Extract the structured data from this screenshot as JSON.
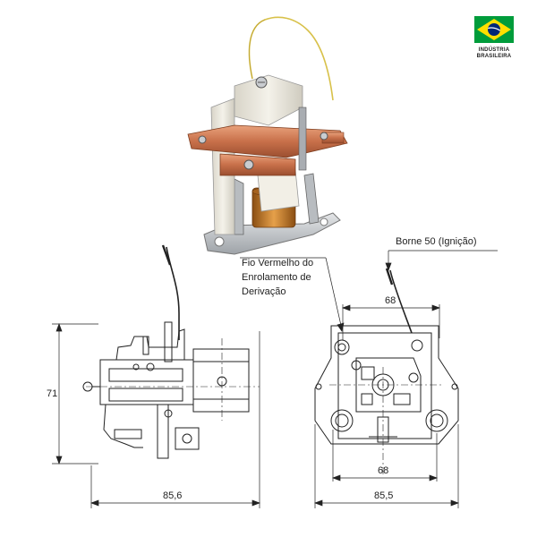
{
  "badge": {
    "line1": "INDÚSTRIA",
    "line2": "BRASILEIRA"
  },
  "callouts": {
    "borne": "Borne 50 (Ignição)",
    "fio_line1": "Fio Vermelho do",
    "fio_line2": "Enrolamento de",
    "fio_line3": "Derivação"
  },
  "dimensions": {
    "side_height": "71",
    "side_width": "85,6",
    "front_top_width": "68",
    "front_bottom_width_inner": "68",
    "front_bottom_width_outer": "85,5"
  },
  "colors": {
    "flag_green": "#009c3b",
    "flag_yellow": "#ffdf00",
    "flag_blue": "#002776",
    "copper": "#c8704a",
    "insulator": "#ece9df",
    "wire_yellow": "#d8c14a",
    "coil": "#c9822a"
  },
  "icons": {
    "flag": "brazil-flag-icon"
  }
}
